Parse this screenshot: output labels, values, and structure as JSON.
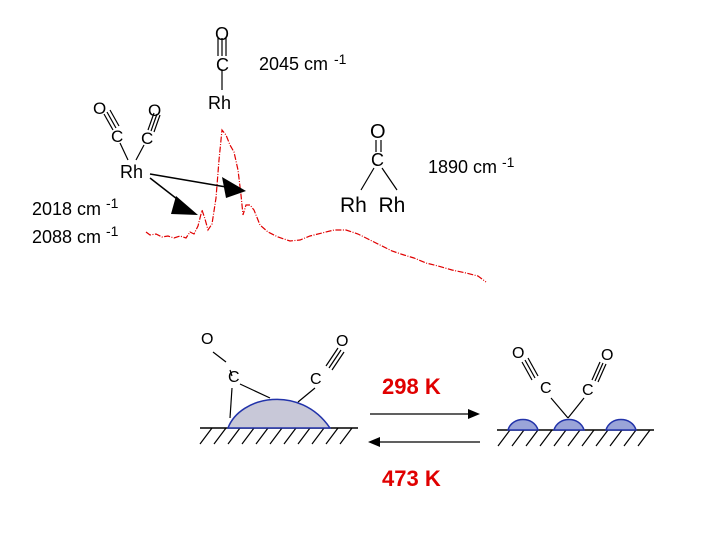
{
  "spectrum": {
    "labels": {
      "rh": "Rh",
      "carbon": "C",
      "oxygen": "O"
    },
    "top_band": {
      "value": "2045 cm",
      "exp": "-1"
    },
    "right_band": {
      "value": "1890 cm",
      "exp": "-1"
    },
    "left_bands": [
      {
        "value": "2018 cm",
        "exp": "-1"
      },
      {
        "value": "2088 cm",
        "exp": "-1"
      }
    ],
    "bridge_label": "Rh  Rh",
    "trace_color": "#e00000"
  },
  "scheme": {
    "forward_temp": "298 K",
    "reverse_temp": "473 K",
    "temp_color": "#e00000",
    "particle_color": "#2233aa"
  }
}
